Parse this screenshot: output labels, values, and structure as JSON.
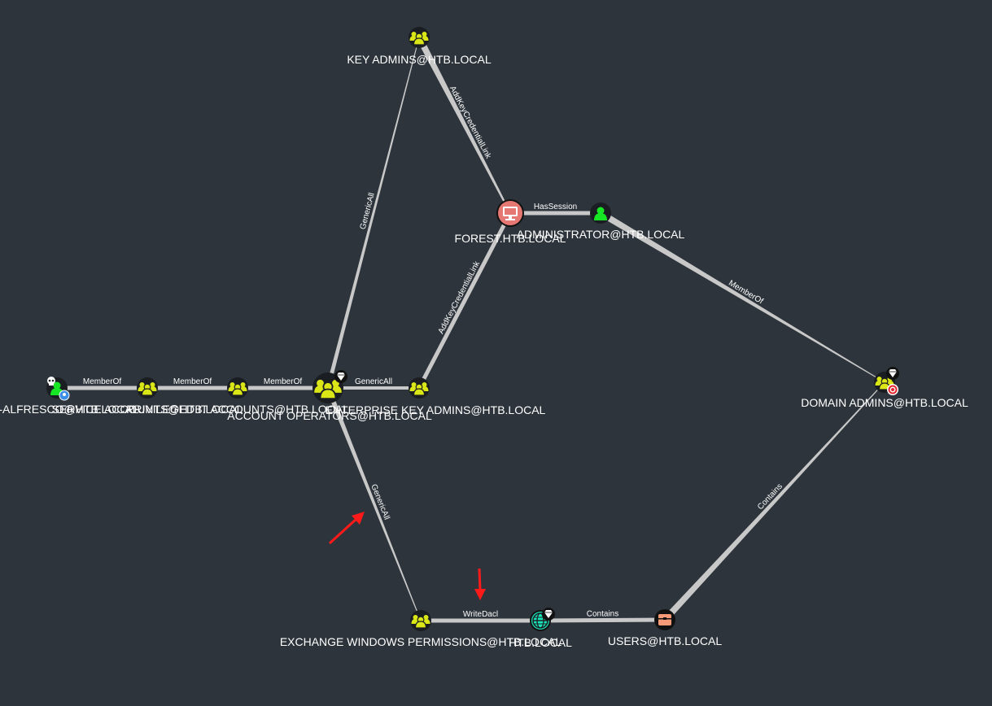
{
  "nodes": [
    {
      "id": "key_admins",
      "label": "KEY ADMINS@HTB.LOCAL",
      "type": "group"
    },
    {
      "id": "forest",
      "label": "FOREST.HTB.LOCAL",
      "type": "computer"
    },
    {
      "id": "administrator",
      "label": "ADMINISTRATOR@HTB.LOCAL",
      "type": "user"
    },
    {
      "id": "svc_alfresco",
      "label": "SVC-ALFRESCO@HTB.LOCAL",
      "type": "user-owned"
    },
    {
      "id": "service_accounts",
      "label": "SERVICE ACCOUNTS@HTB.LOCAL",
      "type": "group"
    },
    {
      "id": "privileged_it",
      "label": "PRIVILEGED IT ACCOUNTS@HTB.LOCAL",
      "type": "group"
    },
    {
      "id": "account_operators",
      "label": "ACCOUNT OPERATORS@HTB.LOCAL",
      "type": "group-highvalue"
    },
    {
      "id": "enterprise_key_admins",
      "label": "ENTERPRISE KEY ADMINS@HTB.LOCAL",
      "type": "group"
    },
    {
      "id": "domain_admins",
      "label": "DOMAIN ADMINS@HTB.LOCAL",
      "type": "group-target"
    },
    {
      "id": "exchange_windows_permissions",
      "label": "EXCHANGE WINDOWS PERMISSIONS@HTB.LOCAL",
      "type": "group"
    },
    {
      "id": "htb_local",
      "label": "HTB.LOCAL",
      "type": "domain"
    },
    {
      "id": "users",
      "label": "USERS@HTB.LOCAL",
      "type": "container"
    }
  ],
  "edges": [
    {
      "id": "e1",
      "source": "key_admins",
      "target": "forest",
      "label": "AddKeyCredentialLink"
    },
    {
      "id": "e2",
      "source": "forest",
      "target": "administrator",
      "label": "HasSession"
    },
    {
      "id": "e3",
      "source": "administrator",
      "target": "domain_admins",
      "label": "MemberOf"
    },
    {
      "id": "e4",
      "source": "account_operators",
      "target": "key_admins",
      "label": "GenericAll"
    },
    {
      "id": "e5",
      "source": "enterprise_key_admins",
      "target": "forest",
      "label": "AddKeyCredentialLink"
    },
    {
      "id": "e6",
      "source": "svc_alfresco",
      "target": "service_accounts",
      "label": "MemberOf"
    },
    {
      "id": "e7",
      "source": "service_accounts",
      "target": "privileged_it",
      "label": "MemberOf"
    },
    {
      "id": "e8",
      "source": "privileged_it",
      "target": "account_operators",
      "label": "MemberOf"
    },
    {
      "id": "e9",
      "source": "account_operators",
      "target": "enterprise_key_admins",
      "label": "GenericAll"
    },
    {
      "id": "e10",
      "source": "account_operators",
      "target": "exchange_windows_permissions",
      "label": "GenericAll"
    },
    {
      "id": "e11",
      "source": "exchange_windows_permissions",
      "target": "htb_local",
      "label": "WriteDacl"
    },
    {
      "id": "e12",
      "source": "htb_local",
      "target": "users",
      "label": "Contains"
    },
    {
      "id": "e13",
      "source": "users",
      "target": "domain_admins",
      "label": "Contains"
    }
  ],
  "colors": {
    "background": "#2d343b",
    "group": "#dbe617",
    "user": "#17e625",
    "computer": "#e67873",
    "domain": "#17e6b9",
    "container": "#f79a78",
    "edge": "#c8c8c8",
    "annotation_arrow": "#ff1a1a"
  }
}
